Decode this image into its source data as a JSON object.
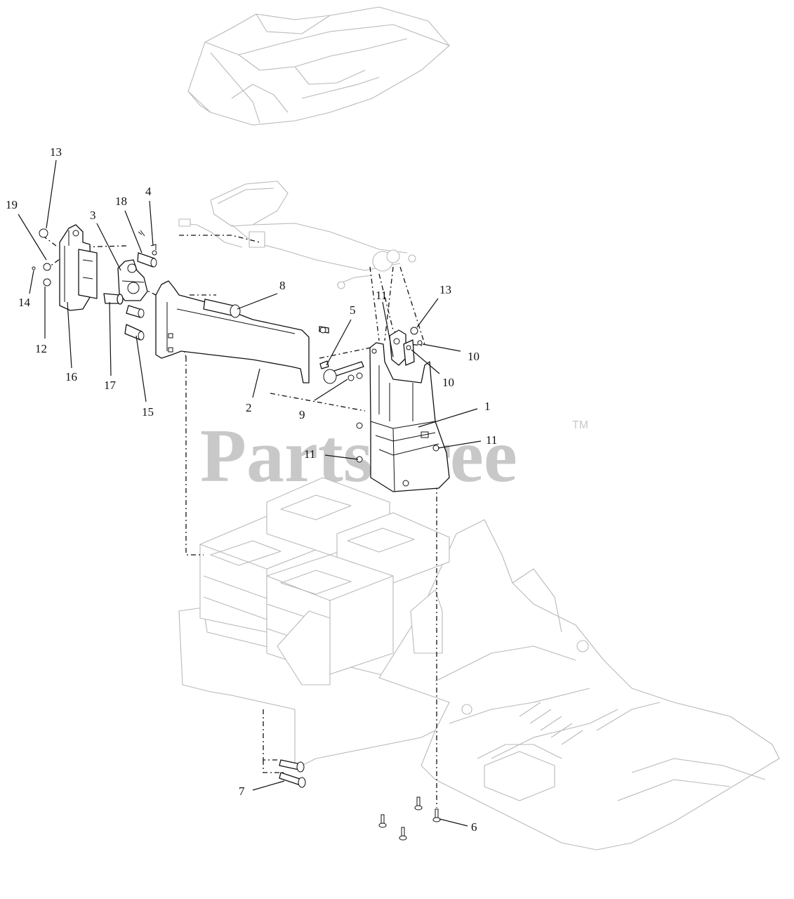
{
  "watermark": {
    "text": "PartsTree",
    "trademark": "TM"
  },
  "callouts": {
    "c1": "1",
    "c2": "2",
    "c3": "3",
    "c4": "4",
    "c5": "5",
    "c6": "6",
    "c7": "7",
    "c8": "8",
    "c9": "9",
    "c10a": "10",
    "c10b": "10",
    "c11a": "11",
    "c11b": "11",
    "c11c": "11",
    "c12": "12",
    "c13a": "13",
    "c13b": "13",
    "c14": "14",
    "c15": "15",
    "c16": "16",
    "c17": "17",
    "c18": "18",
    "c19": "19"
  },
  "colors": {
    "line": "#111111",
    "ghost_line": "#b9b9b9",
    "watermark": "#c8c8c8",
    "background": "#ffffff"
  }
}
